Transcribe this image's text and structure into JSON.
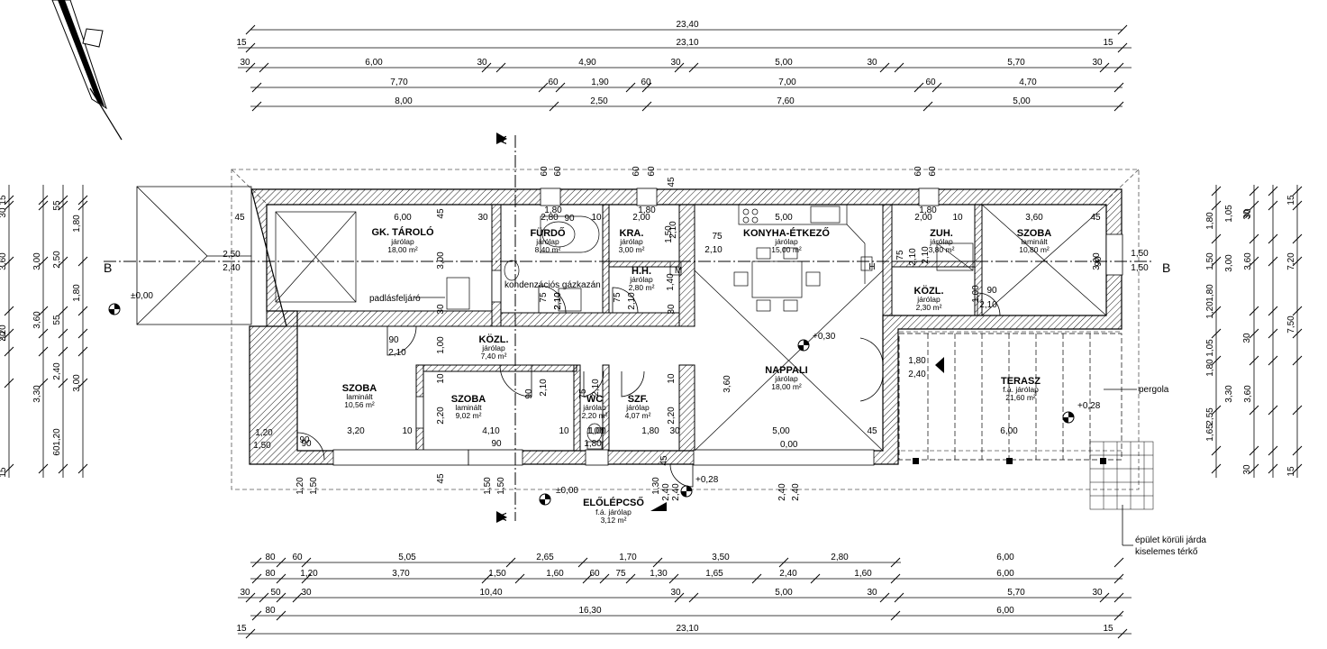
{
  "dims": {
    "top": [
      [
        "23,40"
      ],
      [
        "15",
        "23,10",
        "15"
      ],
      [
        "30",
        "6,00",
        "30",
        "4,90",
        "30",
        "5,00",
        "30",
        "5,70",
        "30"
      ],
      [
        "7,70",
        "60",
        "1,90",
        "60",
        "7,00",
        "60",
        "4,70"
      ],
      [
        "8,00",
        "2,50",
        "7,60",
        "5,00"
      ]
    ],
    "bottom": [
      [
        "80",
        "60",
        "5,05",
        "2,65",
        "1,70",
        "3,50",
        "2,80",
        "6,00"
      ],
      [
        "80",
        "1,20",
        "3,70",
        "1,50",
        "1,60",
        "60",
        "75",
        "1,30",
        "1,65",
        "2,40",
        "1,60",
        "6,00"
      ],
      [
        "30",
        "50",
        "30",
        "10,40",
        "30",
        "5,00",
        "30",
        "5,70",
        "30"
      ],
      [
        "80",
        "16,30",
        "6,00"
      ],
      [
        "15",
        "23,10",
        "15"
      ]
    ],
    "left": [
      [
        "15",
        "30",
        "3,60",
        "30",
        "7,20",
        "15"
      ],
      [
        "3,00",
        "3,60",
        "3,30"
      ],
      [
        "55",
        "2,50",
        "55",
        "2,40",
        "1,20",
        "60"
      ],
      [
        "1,80",
        "1,80",
        "3,00"
      ]
    ],
    "right": [
      [
        "1,80",
        "1,50",
        "1,80",
        "1,20",
        "1,05",
        "1,80",
        "2,55",
        "1,65"
      ],
      [
        "1,05",
        "30",
        "3,00",
        "30",
        "3,30",
        "30"
      ],
      [
        "30",
        "3,60",
        "3,60"
      ],
      [
        "15",
        "7,20",
        "7,50",
        "15"
      ]
    ]
  },
  "rooms": [
    {
      "name": "GK. TÁROLÓ",
      "floor": "járólap",
      "area": "18,00 m²"
    },
    {
      "name": "FÜRDŐ",
      "floor": "járólap",
      "area": "8,40 m²"
    },
    {
      "name": "KRA.",
      "floor": "járólap",
      "area": "3,00 m²"
    },
    {
      "name": "H.H.",
      "floor": "járólap",
      "area": "2,80 m²"
    },
    {
      "name": "KONYHA-ÉTKEZŐ",
      "floor": "járólap",
      "area": "15,00 m²"
    },
    {
      "name": "ZUH.",
      "floor": "járólap",
      "area": "3,80 m²"
    },
    {
      "name": "SZOBA",
      "floor": "laminált",
      "area": "10,80 m²"
    },
    {
      "name": "KÖZL.",
      "floor": "járólap",
      "area": "2,30 m²"
    },
    {
      "name": "KÖZL.",
      "floor": "járólap",
      "area": "7,40 m²"
    },
    {
      "name": "SZOBA",
      "floor": "laminált",
      "area": "10,56 m²"
    },
    {
      "name": "SZOBA",
      "floor": "laminált",
      "area": "9,02 m²"
    },
    {
      "name": "WC",
      "floor": "járólap",
      "area": "2,20 m²"
    },
    {
      "name": "SZF.",
      "floor": "járólap",
      "area": "4,07 m²"
    },
    {
      "name": "NAPPALI",
      "floor": "járólap",
      "area": "18,00 m²"
    },
    {
      "name": "TERASZ",
      "floor": "f.á. járólap",
      "area": "21,60 m²"
    },
    {
      "name": "ELŐLÉPCSŐ",
      "floor": "f.á. járólap",
      "area": "3,12 m²"
    }
  ],
  "annotations": {
    "padlas": "padlásfeljáró",
    "kondenz": "kondenzációs gázkazán",
    "pergola": "pergola",
    "jarda_line1": "épület körüli járda",
    "jarda_line2": "kiselemes térkő",
    "section_a": "A",
    "section_b": "B"
  },
  "levels": {
    "entrance": "±0,00",
    "front": "±0,00",
    "floor": "+0,30",
    "step": "+0,28",
    "terrace": "+0,28",
    "hall": "0,00"
  },
  "inner_dims": [
    "45",
    "6,00",
    "45",
    "30",
    "2,80",
    "1,80",
    "10",
    "2,00",
    "1,80",
    "5,00",
    "1,80",
    "2,00",
    "10",
    "3,60",
    "45",
    "60",
    "60",
    "60",
    "60",
    "60",
    "60",
    "45",
    "2,50",
    "2,40",
    "1,50",
    "1,50",
    "3,00",
    "2,10",
    "2,10",
    "90",
    "2,10",
    "1,50",
    "75",
    "2,10",
    "75",
    "2,10",
    "75",
    "2,10",
    "75",
    "2,10",
    "1,40",
    "1,00",
    "90",
    "2,10",
    "30",
    "30",
    "1,00",
    "10",
    "2,20",
    "2,20",
    "10",
    "3,60",
    "3,00",
    "3,20",
    "10",
    "4,10",
    "10",
    "1,00",
    "1,80",
    "30",
    "5,00",
    "45",
    "6,00",
    "90",
    "2,10",
    "90",
    "2,10",
    "75",
    "2,10",
    "1,20",
    "1,50",
    "90",
    "90",
    "1,80",
    "2,40",
    "1,20",
    "1,50",
    "45",
    "90",
    "1,50",
    "1,50",
    "1,30",
    "45",
    "2,40",
    "2,40",
    "2,40",
    "2,40",
    "1,80",
    "1,00",
    "M",
    "H",
    "90"
  ]
}
